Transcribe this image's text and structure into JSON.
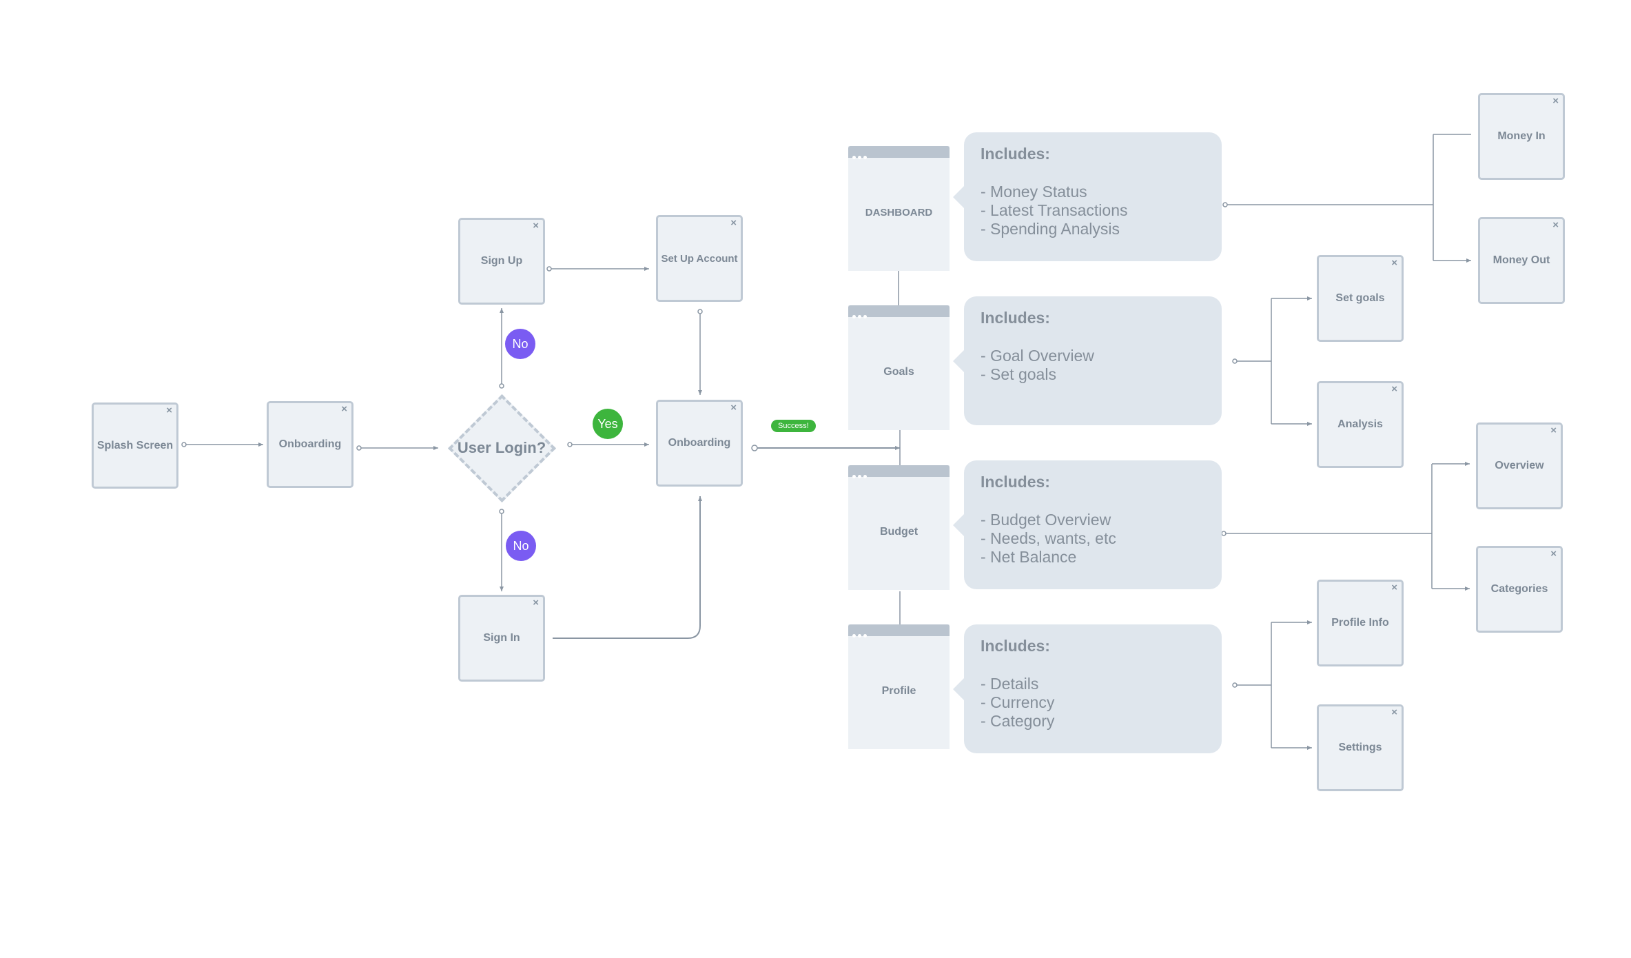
{
  "colors": {
    "node_fill": "#edf1f5",
    "node_border": "#bfc9d4",
    "text": "#7c8895",
    "bubble_fill": "#dfe6ed",
    "no_badge": "#7a5cf2",
    "yes_badge": "#3db53d",
    "wire": "#8a96a3"
  },
  "nodes": {
    "splash": "Splash Screen",
    "onboarding_1": "Onboarding",
    "sign_up": "Sign Up",
    "setup_account": "Set Up Account",
    "onboarding_2": "Onboarding",
    "sign_in": "Sign In",
    "money_in": "Money In",
    "money_out": "Money Out",
    "set_goals": "Set goals",
    "analysis": "Analysis",
    "overview": "Overview",
    "categories": "Categories",
    "profile_info": "Profile Info",
    "settings": "Settings"
  },
  "close_glyph": "×",
  "decision": "User Login?",
  "badges": {
    "no_top": "No",
    "no_bottom": "No",
    "yes": "Yes",
    "success": "Success!"
  },
  "screens": {
    "dashboard": "DASHBOARD",
    "goals": "Goals",
    "budget": "Budget",
    "profile": "Profile"
  },
  "bubbles": {
    "dashboard": {
      "title": "Includes:",
      "items": [
        "- Money Status",
        "- Latest Transactions",
        "- Spending Analysis"
      ]
    },
    "goals": {
      "title": "Includes:",
      "items": [
        "- Goal Overview",
        "- Set goals"
      ]
    },
    "budget": {
      "title": "Includes:",
      "items": [
        "- Budget Overview",
        "- Needs, wants, etc",
        "- Net Balance"
      ]
    },
    "profile": {
      "title": "Includes:",
      "items": [
        "- Details",
        "- Currency",
        "- Category"
      ]
    }
  }
}
